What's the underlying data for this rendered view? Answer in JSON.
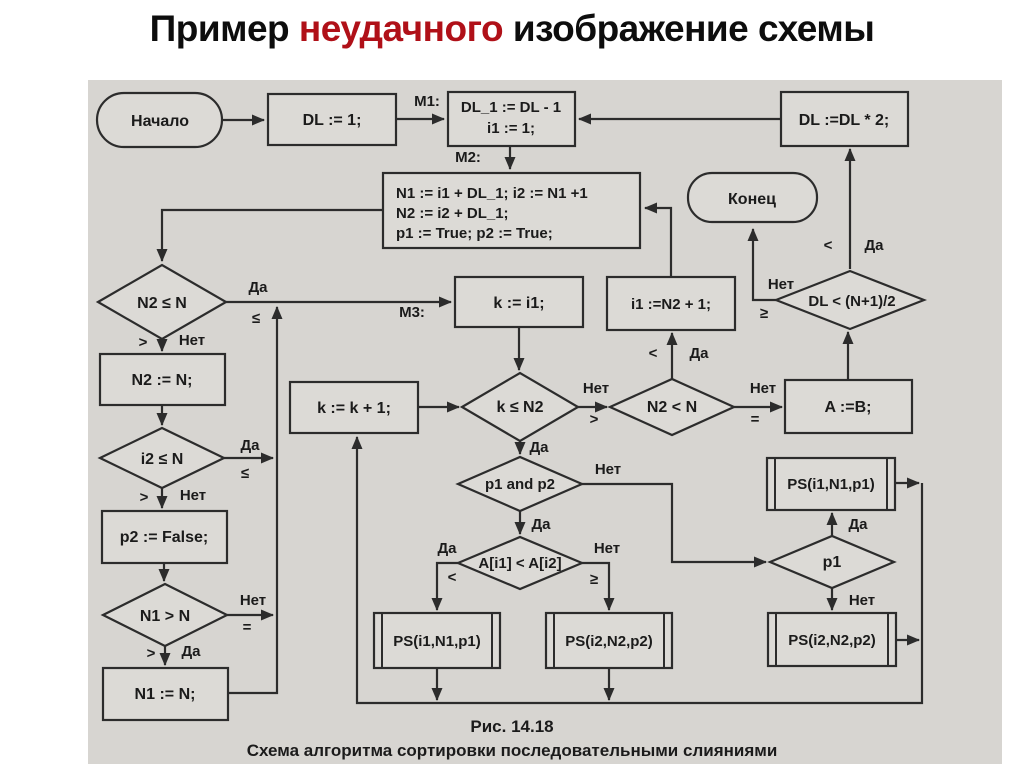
{
  "title": {
    "prefix": "Пример",
    "highlight": "неудачного",
    "suffix": "изображение схемы"
  },
  "colors": {
    "highlight_red": "#b01018",
    "panel_gray": "#d7d5d1",
    "line_ink": "#2c2c2c"
  },
  "labels": {
    "m1": "M1:",
    "m2": "M2:",
    "m3": "M3:",
    "yes": "Да",
    "no": "Нет",
    "lt": "<",
    "gt": ">",
    "le": "≤",
    "ge": "≥",
    "eq": "="
  },
  "nodes": {
    "start": "Начало",
    "set_dl": "DL := 1;",
    "m1_line1": "DL_1 := DL - 1",
    "m1_line2": "i1 := 1;",
    "m2_line1": "N1 := i1 + DL_1; i2 := N1 +1",
    "m2_line2": "N2 := i2 + DL_1;",
    "m2_line3": "p1 := True; p2 := True;",
    "double_dl": "DL :=DL * 2;",
    "end": "Конец",
    "check_dl": "DL < (N+1)/2",
    "check_n2_le_n": "N2 ≤ N",
    "set_n2": "N2 := N;",
    "check_i2_le_n": "i2 ≤ N",
    "set_p2_false": "p2 := False;",
    "check_n1_gt_n": "N1 > N",
    "set_n1": "N1 := N;",
    "set_k_i1": "k := i1;",
    "set_i1_n2": "i1 :=N2 + 1;",
    "inc_k": "k := k + 1;",
    "check_k_le_n2": "k ≤ N2",
    "check_n2_lt_n": "N2 < N",
    "copy_a_b": "A :=B;",
    "check_p1_and_p2": "p1 and p2",
    "check_a_cmp": "A[i1] < A[i2]",
    "check_p1": "p1",
    "ps1": "PS(i1,N1,p1)",
    "ps2": "PS(i2,N2,p2)"
  },
  "caption": {
    "figure": "Рис. 14.18",
    "text": "Схема алгоритма сортировки последовательными слияниями"
  }
}
